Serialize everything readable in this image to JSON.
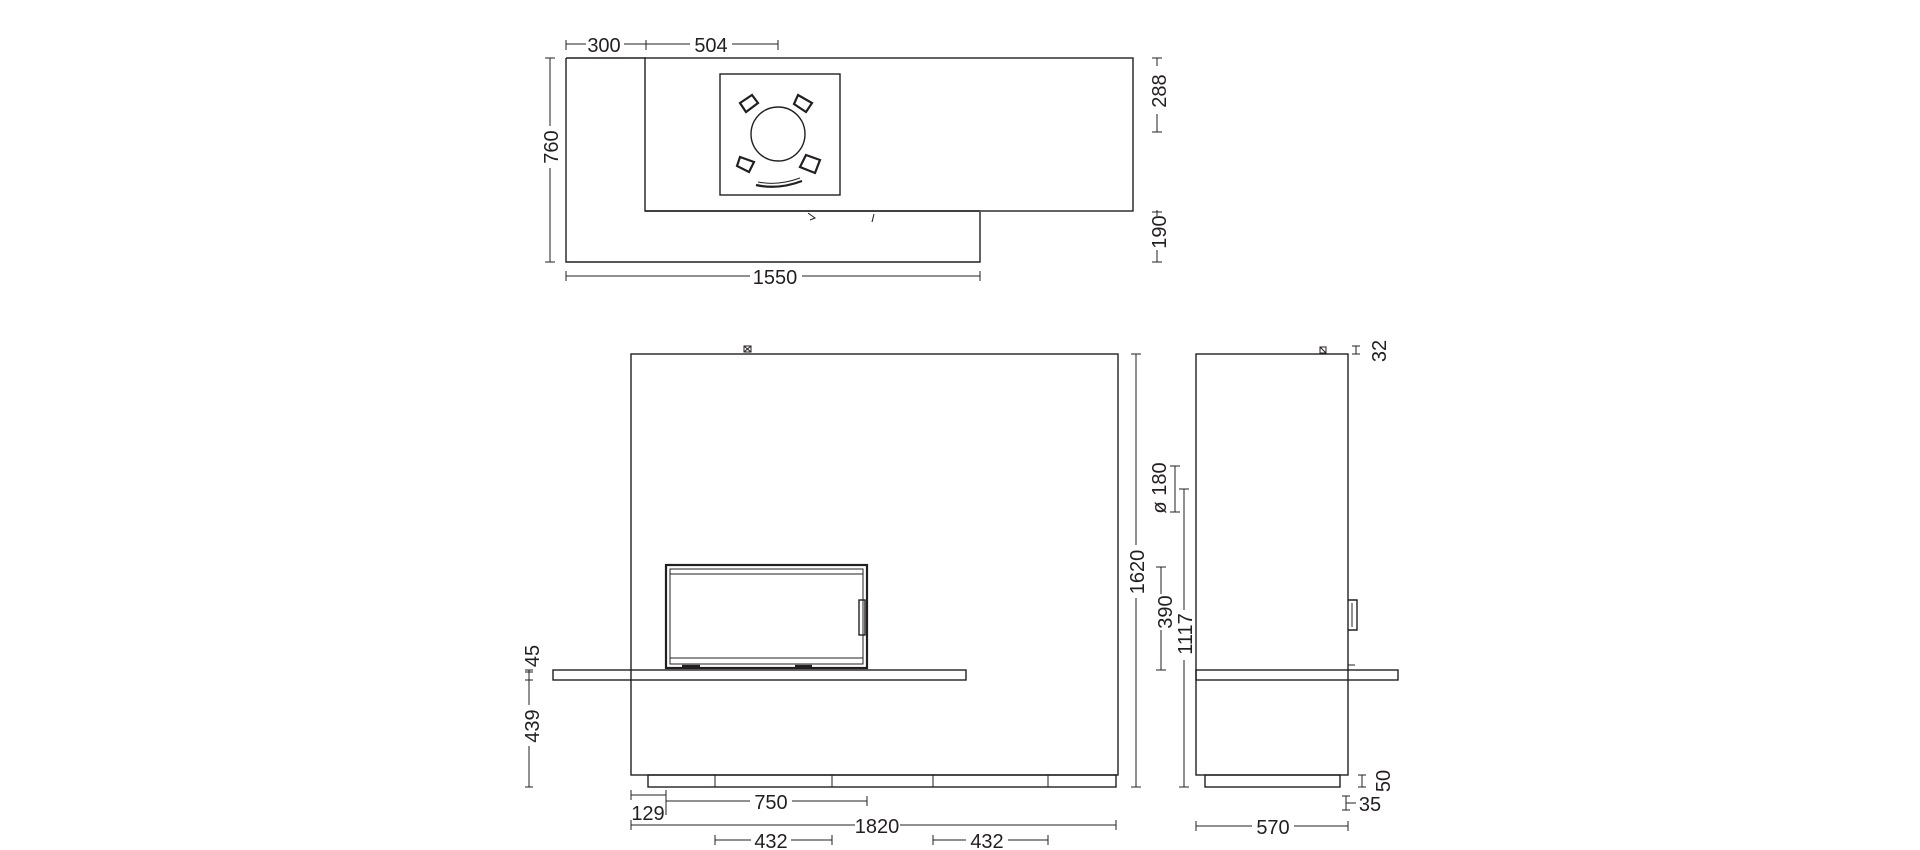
{
  "plan": {
    "dim_300": "300",
    "dim_504": "504",
    "dim_760": "760",
    "dim_1550": "1550",
    "dim_288": "288",
    "dim_190": "190"
  },
  "front": {
    "dim_45": "45",
    "dim_439": "439",
    "dim_1620": "1620",
    "dim_129": "129",
    "dim_750": "750",
    "dim_1820": "1820",
    "dim_432_left": "432",
    "dim_432_right": "432"
  },
  "side": {
    "dim_32": "32",
    "dim_180": "ø 180",
    "dim_390": "390",
    "dim_1117": "1117",
    "dim_50": "50",
    "dim_35": "35",
    "dim_570": "570"
  }
}
